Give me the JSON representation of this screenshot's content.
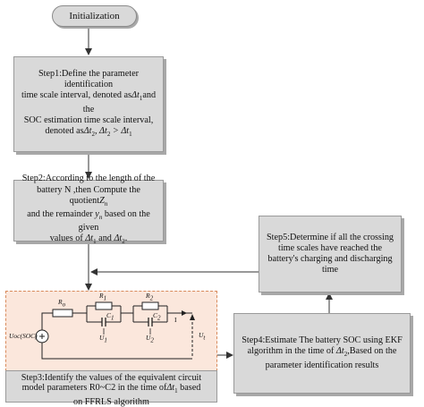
{
  "start": {
    "label": "Initialization"
  },
  "step1": {
    "line1": "Step1:Define the parameter identification",
    "line2_pre": "time scale interval, denoted as",
    "line2_sym": "Δt",
    "line2_sub": "1",
    "line2_post": "and the",
    "line3": "SOC estimation time scale interval,",
    "line4_pre": "denoted as",
    "line4_sym": "Δt",
    "line4_sub": "2",
    "line4_rel": ", Δt",
    "line4_rel_sub": "2",
    "line4_gt": " > Δt",
    "line4_gt_sub": "1"
  },
  "step2": {
    "line1": "Step2:According to the length of the",
    "line2_pre": "battery  N ,then Compute the quotient",
    "line2_sym": "Z",
    "line2_sub": "n",
    "line3_pre": "and the remainder",
    "line3_sym": "y",
    "line3_sub": "n",
    "line3_post": " based on the given",
    "line4_pre": "values of ",
    "line4_sym1": "Δt",
    "line4_sub1": "1",
    "line4_mid": " and ",
    "line4_sym2": "Δt",
    "line4_sub2": "2",
    "line4_post": "."
  },
  "step5": {
    "line1": "Step5:Determine if all the crossing",
    "line2": "time scales have reached the",
    "line3": "battery's charging and discharging",
    "line4": "time"
  },
  "step4": {
    "line1": "Step4:Estimate The battery SOC using EKF",
    "line2_pre": "algorithm  in the time of ",
    "line2_sym": "Δt",
    "line2_sub": "2",
    "line2_post": ",Based on the",
    "line3": "parameter identification results"
  },
  "step3": {
    "line1": "Step3:Identify the values of the equivalent circuit",
    "line2_pre": "model parameters R0~C2 in the time of",
    "line2_sym": "Δt",
    "line2_sub": "1",
    "line2_post": " based",
    "line3": "on FFRLS  algorithm"
  },
  "circuit": {
    "source_label": "Uoc(SOC)",
    "r0": "R",
    "r0_sub": "o",
    "r1": "R",
    "r1_sub": "1",
    "c1": "C",
    "c1_sub": "1",
    "u1": "U",
    "u1_sub": "1",
    "r2": "R",
    "r2_sub": "2",
    "c2": "C",
    "c2_sub": "2",
    "u2": "U",
    "u2_sub": "2",
    "current": "I",
    "ut": "U",
    "ut_sub": "t"
  }
}
